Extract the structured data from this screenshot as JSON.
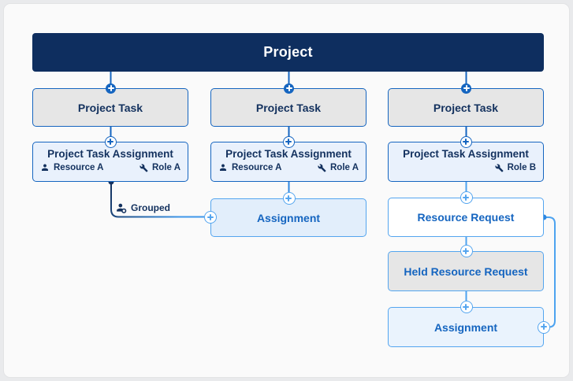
{
  "diagram": {
    "root": {
      "label": "Project"
    },
    "columns": [
      {
        "task": {
          "label": "Project Task"
        },
        "task_assignment": {
          "label": "Project Task Assignment",
          "resource": "Resource A",
          "role": "Role A"
        },
        "grouped": {
          "label": "Grouped"
        }
      },
      {
        "task": {
          "label": "Project Task"
        },
        "task_assignment": {
          "label": "Project Task Assignment",
          "resource": "Resource A",
          "role": "Role A"
        },
        "assignment": {
          "label": "Assignment"
        }
      },
      {
        "task": {
          "label": "Project Task"
        },
        "task_assignment": {
          "label": "Project Task Assignment",
          "role": "Role B"
        },
        "resource_request": {
          "label": "Resource Request"
        },
        "held_resource_request": {
          "label": "Held Resource Request"
        },
        "assignment": {
          "label": "Assignment"
        }
      }
    ],
    "icons": {
      "resource": "person-icon",
      "role": "wrench-icon",
      "grouped": "grouped-person-icon",
      "connector": "plus-circle-icon"
    },
    "colors": {
      "root_bg": "#0e2e5f",
      "dark_blue_accent": "#1565c0",
      "navy_text": "#13315e",
      "light_blue_accent": "#54a5ef",
      "gray_fill": "#e6e6e6",
      "pta_fill": "#e9f1fc",
      "assignment_mid_fill": "#e2eefb",
      "assignment_right_fill": "#eaf3fd",
      "resource_request_fill": "#ffffff",
      "card_bg": "#fafafa",
      "page_bg": "#e9eaec"
    }
  }
}
